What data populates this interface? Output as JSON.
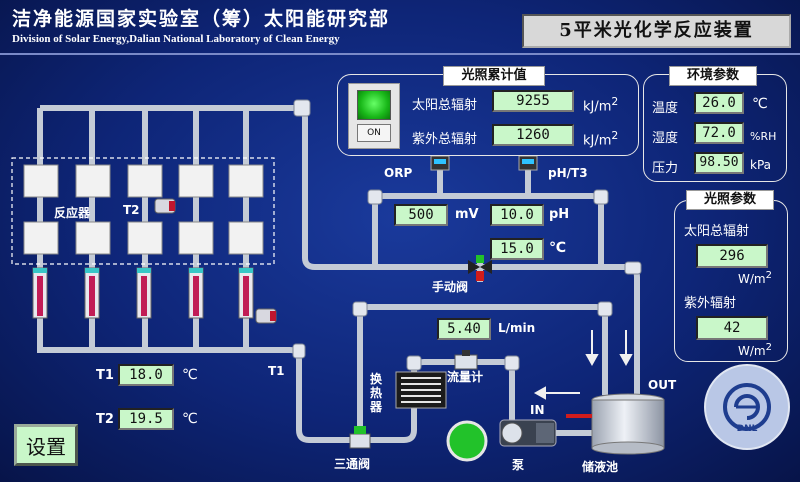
{
  "header": {
    "org_cn": "洁净能源国家实验室（筹）太阳能研究部",
    "org_en": "Division of Solar Energy,Dalian National Laboratory of Clean Energy",
    "device_title": "5平米光化学反应装置"
  },
  "light_total": {
    "title": "光照累计值",
    "switch_label": "ON",
    "solar_label": "太阳总辐射",
    "solar_value": "9255",
    "solar_unit": "kJ/m",
    "uv_label": "紫外总辐射",
    "uv_value": "1260",
    "uv_unit": "kJ/m",
    "unit_sup": "2"
  },
  "env": {
    "title": "环境参数",
    "temp_label": "温度",
    "temp_value": "26.0",
    "temp_unit": "℃",
    "hum_label": "湿度",
    "hum_value": "72.0",
    "hum_unit": "%RH",
    "press_label": "压力",
    "press_value": "98.50",
    "press_unit": "kPa"
  },
  "light_params": {
    "title": "光照参数",
    "solar_label": "太阳总辐射",
    "solar_value": "296",
    "solar_unit": "W/m",
    "uv_label": "紫外辐射",
    "uv_value": "42",
    "uv_unit": "W/m",
    "unit_sup": "2"
  },
  "process": {
    "reactor_label": "反应器",
    "t2_sensor_label": "T2",
    "orp_label": "ORP",
    "ph_t3_label": "pH/T3",
    "orp_value": "500",
    "orp_unit": "mV",
    "ph_value": "10.0",
    "ph_unit": "pH",
    "t3_value": "15.0",
    "t3_unit": "℃",
    "manual_valve": "手动阀",
    "t1_label": "T1",
    "t1_value": "18.0",
    "t1_unit": "℃",
    "t2_label": "T2",
    "t2_value": "19.5",
    "t2_unit": "℃",
    "t1_sensor_label": "T1",
    "flow_value": "5.40",
    "flow_unit": "L/min",
    "flowmeter": "流量计",
    "heat_exchanger": "换热器",
    "three_way_valve": "三通阀",
    "pump": "泵",
    "tank": "储液池",
    "in_label": "IN",
    "out_label": "OUT"
  },
  "controls": {
    "settings_button": "设置"
  },
  "logo": {
    "text": "DNL"
  },
  "colors": {
    "value_bg": "#c9f7c9",
    "background": "#0e2577",
    "pipe": "#c4cbd6",
    "pump_status": "#22c22a"
  }
}
